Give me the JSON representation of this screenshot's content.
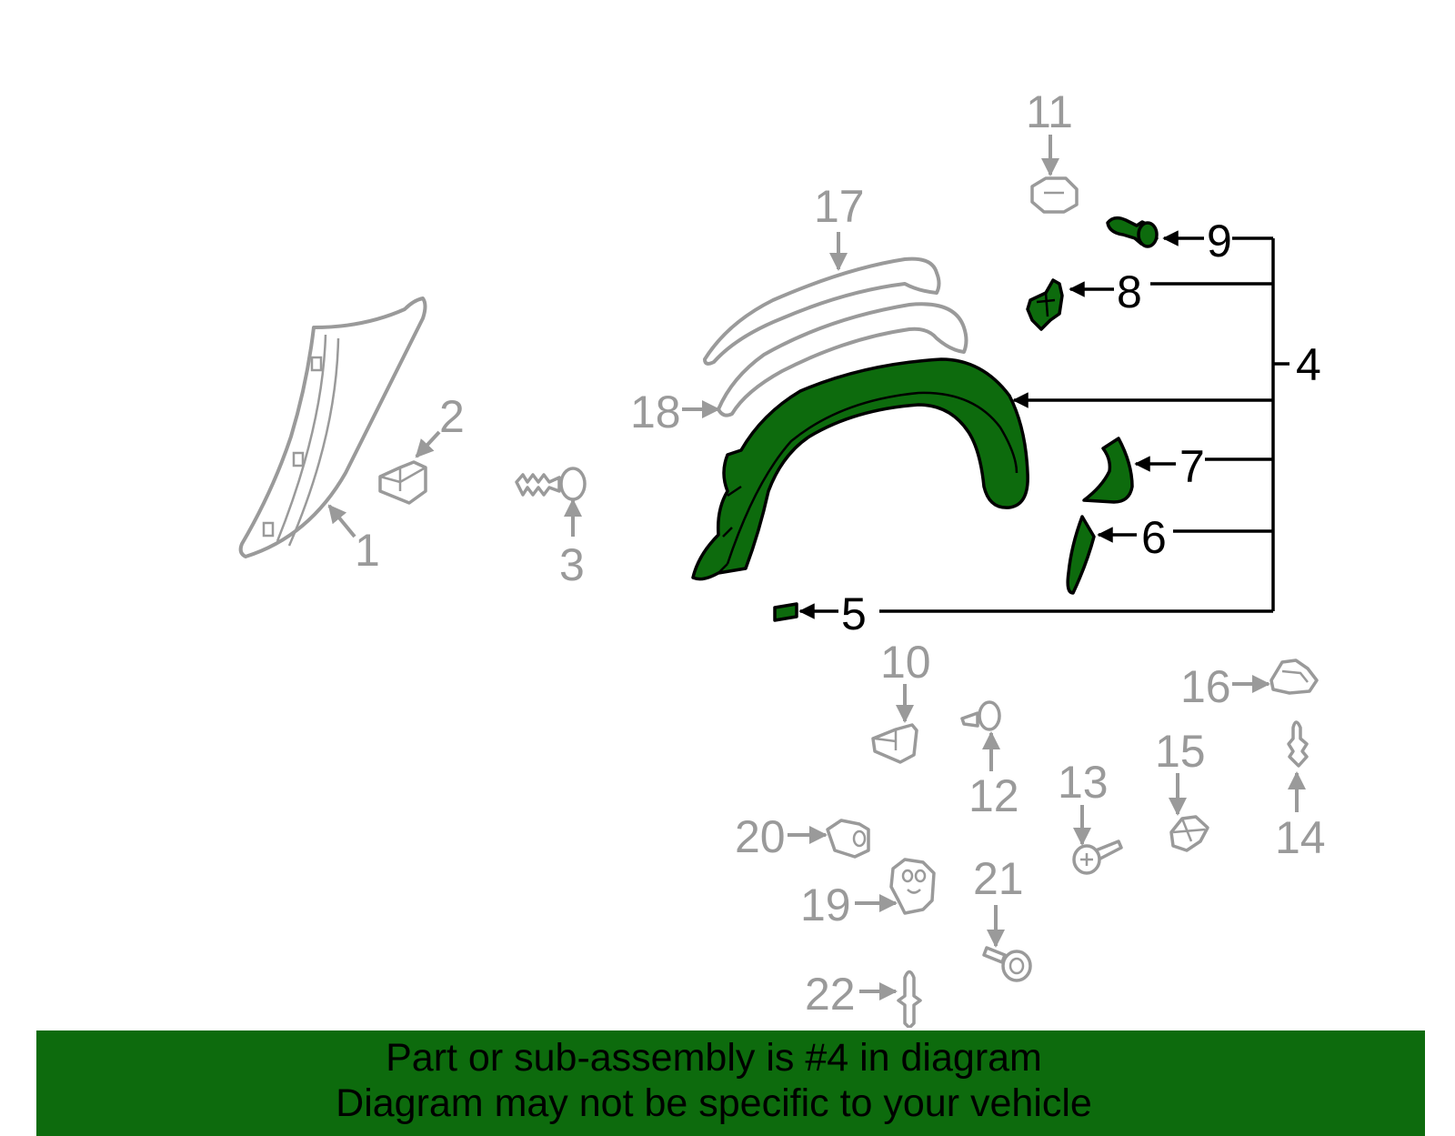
{
  "callouts": {
    "c1": "1",
    "c2": "2",
    "c3": "3",
    "c4": "4",
    "c5": "5",
    "c6": "6",
    "c7": "7",
    "c8": "8",
    "c9": "9",
    "c10": "10",
    "c11": "11",
    "c12": "12",
    "c13": "13",
    "c14": "14",
    "c15": "15",
    "c16": "16",
    "c17": "17",
    "c18": "18",
    "c19": "19",
    "c20": "20",
    "c21": "21",
    "c22": "22"
  },
  "banner": {
    "line1": "Part or sub-assembly is #4 in diagram",
    "line2": "Diagram may not be specific to your vehicle"
  },
  "colors": {
    "highlight_green": "#0d6b0d",
    "ghost_grey": "#9a9a9a",
    "outline_black": "#000000"
  }
}
